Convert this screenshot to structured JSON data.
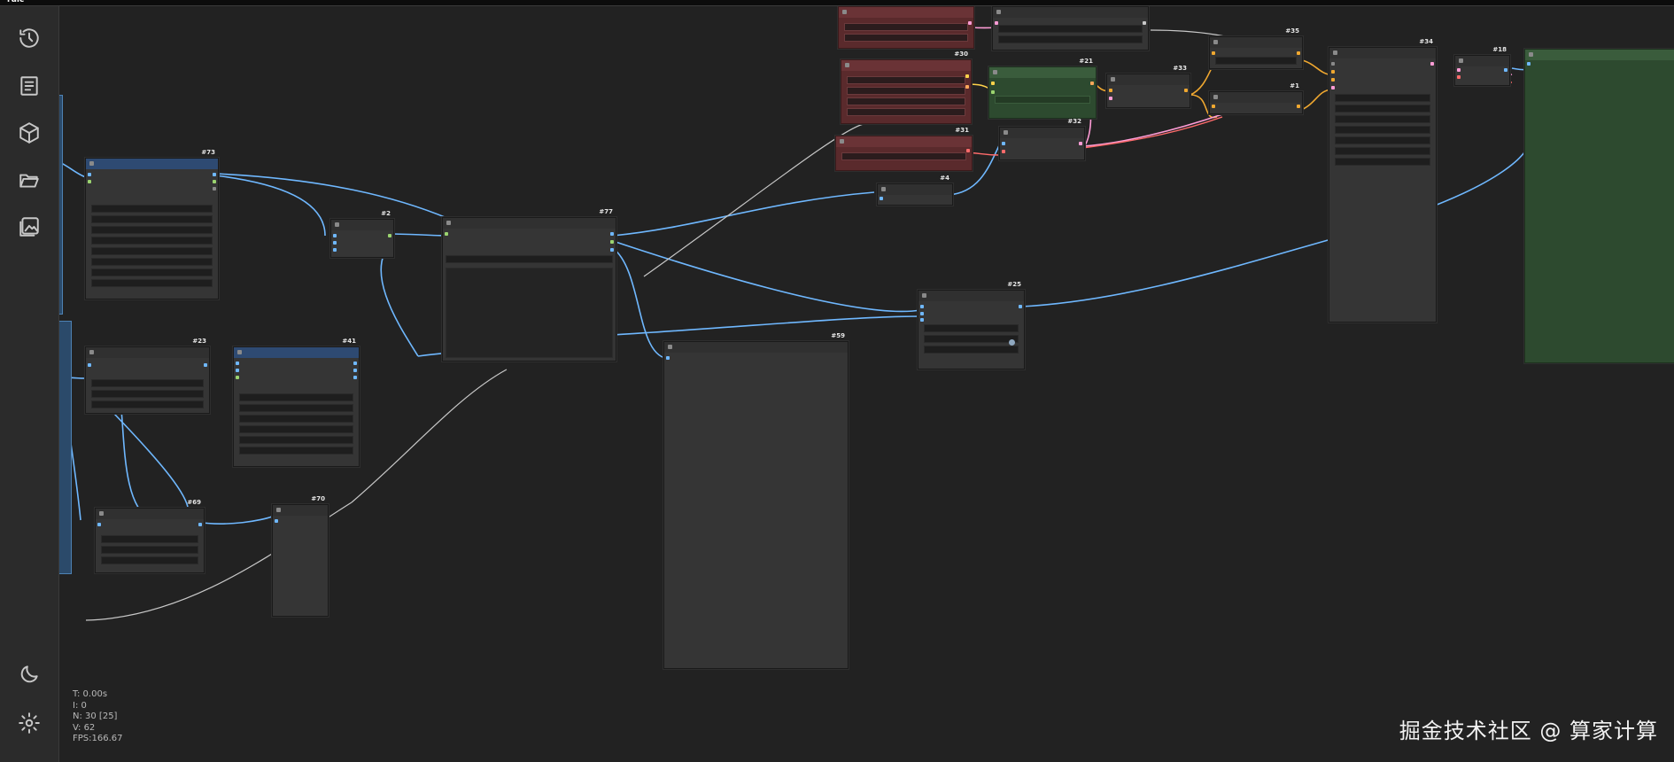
{
  "window": {
    "title": "ruic"
  },
  "sidebar": {
    "items": [
      {
        "name": "history-icon"
      },
      {
        "name": "document-icon"
      },
      {
        "name": "cube-icon"
      },
      {
        "name": "folder-open-icon"
      },
      {
        "name": "image-icon"
      }
    ],
    "bottom": [
      {
        "name": "moon-icon"
      },
      {
        "name": "gear-icon"
      }
    ]
  },
  "nodes": [
    {
      "id": "#73",
      "color": "blue"
    },
    {
      "id": "#2"
    },
    {
      "id": "#77"
    },
    {
      "id": "#59"
    },
    {
      "id": "#25"
    },
    {
      "id": "#23"
    },
    {
      "id": "#41"
    },
    {
      "id": "#69"
    },
    {
      "id": "#70"
    },
    {
      "id": "#4"
    },
    {
      "id": "#30",
      "color": "red"
    },
    {
      "id": "#31",
      "color": "red"
    },
    {
      "id": "#21",
      "color": "green"
    },
    {
      "id": "#32"
    },
    {
      "id": "#33"
    },
    {
      "id": "#35"
    },
    {
      "id": "#1"
    },
    {
      "id": "#34"
    },
    {
      "id": "#18"
    }
  ],
  "stats": {
    "t": "T: 0.00s",
    "i": "I: 0",
    "n": "N: 30 [25]",
    "v": "V: 62",
    "fps": "FPS:166.67"
  },
  "watermark": "掘金技术社区 @ 算家计算",
  "zoom_controls": [
    "zoom-in-icon",
    "zoom-out-icon",
    "fit-view-icon",
    "pointer-mode-icon",
    "toggle-visibility-icon"
  ],
  "colors": {
    "link_model": "#6fb8ff",
    "link_latent": "#ff9cd6",
    "link_image": "#f0a830",
    "link_conditioning": "#ffa85a",
    "link_clip": "#ffd34a",
    "link_string": "#c8c8c8",
    "node_bg": "#353535",
    "node_red": "#5a2a2c",
    "node_green": "#2d4a2f"
  }
}
